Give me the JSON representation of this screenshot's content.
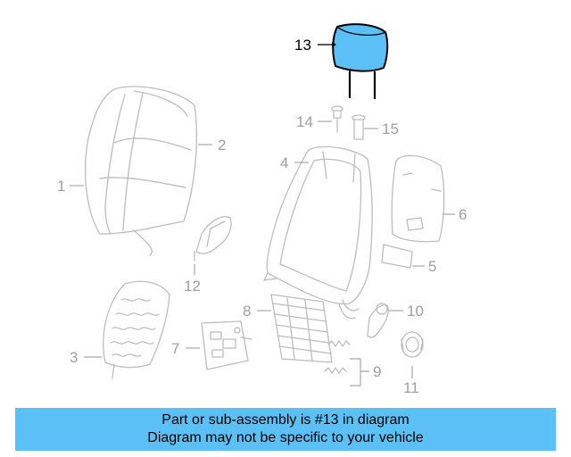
{
  "callouts": {
    "c1": "1",
    "c2": "2",
    "c3": "3",
    "c4": "4",
    "c5": "5",
    "c6": "6",
    "c7": "7",
    "c8": "8",
    "c9": "9",
    "c10": "10",
    "c11": "11",
    "c12": "12",
    "c13": "13",
    "c14": "14",
    "c15": "15"
  },
  "highlight": {
    "part": "13",
    "color": "#5bc0f5"
  },
  "banner": {
    "line1": "Part or sub-assembly is #13 in diagram",
    "line2": "Diagram may not be specific to your vehicle",
    "background": "#5bc0f5"
  },
  "colors": {
    "part_stroke": "#bdbdbd",
    "callout_text": "#a0a0a0",
    "highlight_stroke": "#000000"
  }
}
